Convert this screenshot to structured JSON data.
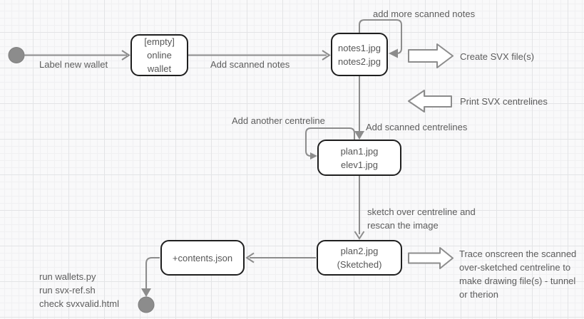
{
  "diagram": {
    "title": "wallet scanning workflow state diagram",
    "nodes": {
      "empty_wallet": {
        "line1": "[empty]",
        "line2": "online",
        "line3": "wallet"
      },
      "notes": {
        "line1": "notes1.jpg",
        "line2": "notes2.jpg"
      },
      "plan1": {
        "line1": "plan1.jpg",
        "line2": "elev1.jpg"
      },
      "plan2": {
        "line1": "plan2.jpg",
        "line2": "(Sketched)"
      },
      "contents": {
        "line1": "+contents.json"
      }
    },
    "edge_labels": {
      "label_new_wallet": "Label new wallet",
      "add_scanned_notes": "Add scanned notes",
      "add_more_scanned_notes": "add more scanned notes",
      "add_another_centreline": "Add another centreline",
      "add_scanned_centrelines": "Add scanned centrelines",
      "sketch_over_line1": "sketch over centreline and",
      "sketch_over_line2": "rescan the image"
    },
    "annotations": {
      "create_svx": "Create SVX file(s)",
      "print_svx": "Print SVX centrelines",
      "trace": "Trace onscreen the scanned over-sketched centreline to make drawing file(s) - tunnel or therion",
      "final_steps": [
        "run wallets.py",
        "run svx-ref.sh",
        "check svxvalid.html"
      ]
    },
    "colors": {
      "background": "#f9f9fa",
      "grid_minor": "#f0f0f2",
      "grid_major": "#e3e4e6",
      "node_border": "#1f1f1f",
      "node_fill": "#ffffff",
      "edge_line": "#8c8c8c",
      "terminal_fill": "#8c8c8c",
      "text": "#5c5c5c"
    }
  }
}
